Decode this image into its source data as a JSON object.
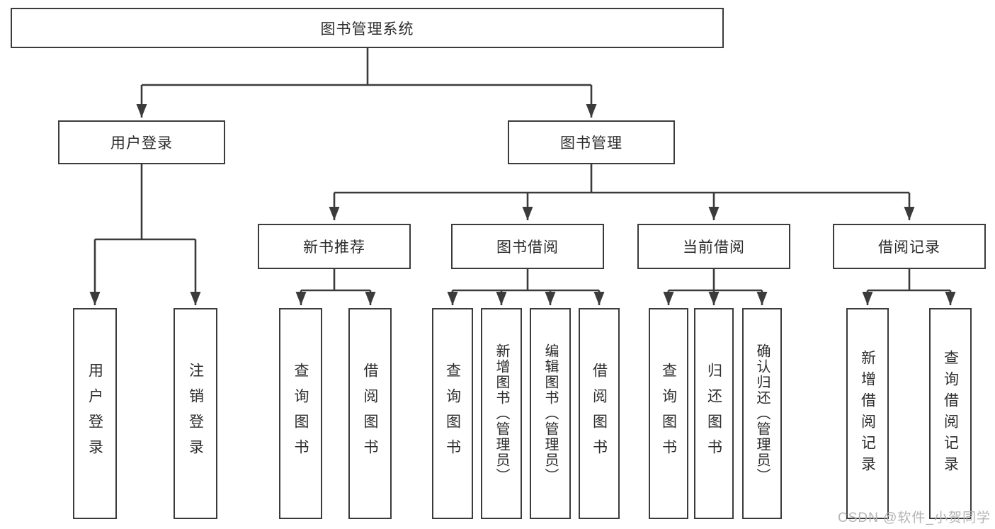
{
  "diagram": {
    "root": {
      "label": "图书管理系统"
    },
    "level2": [
      {
        "label": "用户登录"
      },
      {
        "label": "图书管理"
      }
    ],
    "level3": [
      {
        "label": "新书推荐"
      },
      {
        "label": "图书借阅"
      },
      {
        "label": "当前借阅"
      },
      {
        "label": "借阅记录"
      }
    ],
    "leaves": {
      "login": [
        {
          "label": "用户登录"
        },
        {
          "label": "注销登录"
        }
      ],
      "newbook": [
        {
          "label": "查询图书"
        },
        {
          "label": "借阅图书"
        }
      ],
      "borrow": [
        {
          "label": "查询图书"
        },
        {
          "label": "新增图书（管理员）"
        },
        {
          "label": "编辑图书（管理员）"
        },
        {
          "label": "借阅图书"
        }
      ],
      "current": [
        {
          "label": "查询图书"
        },
        {
          "label": "归还图书"
        },
        {
          "label": "确认归还（管理员）"
        }
      ],
      "records": [
        {
          "label": "新增借阅记录"
        },
        {
          "label": "查询借阅记录"
        }
      ]
    }
  },
  "watermark": "CSDN @软件_小贺同学",
  "colors": {
    "line": "#3b3b3b",
    "box_border": "#3b3b3b",
    "box_fill": "#ffffff",
    "text": "#2d2d2d",
    "watermark": "#b4b4b4"
  }
}
